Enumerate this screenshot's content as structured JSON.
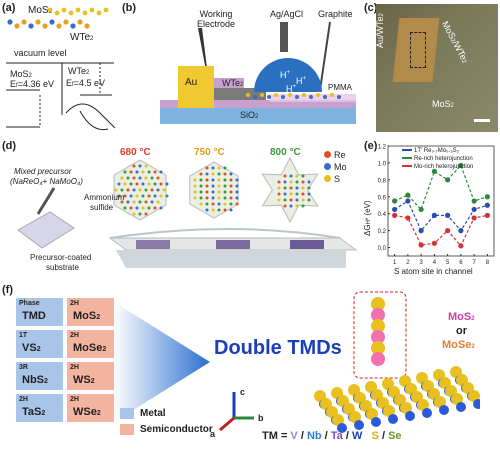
{
  "panels": {
    "a": {
      "label": "(a)",
      "mos2_title": "MoS",
      "mos2_title_sub": "2",
      "wte2_title": "WTe",
      "wte2_title_sub": "2",
      "vacuum_level": "vacuum level",
      "mos2_band": "MoS",
      "mos2_band_sub": "2",
      "mos2_ef": "E",
      "mos2_ef_sub": "f",
      "mos2_ef_val": "=4.36 eV",
      "wte2_band": "WTe",
      "wte2_band_sub": "2",
      "wte2_ef": "E",
      "wte2_ef_sub": "f",
      "wte2_ef_val": "=4.5 eV"
    },
    "b": {
      "label": "(b)",
      "working_electrode": "Working Electrode",
      "ag_agcl": "Ag/AgCl",
      "graphite": "Graphite",
      "au": "Au",
      "wte2": "WTe",
      "wte2_sub": "2",
      "pmma": "PMMA",
      "sio2": "SiO",
      "sio2_sub": "2",
      "h_plus": "H",
      "h_plus_sup": "+"
    },
    "c": {
      "label": "(c)",
      "au_wte2": "Au/WTe",
      "au_wte2_sub": "2",
      "mos2_wte2": "MoS",
      "mos2_wte2_mid": "2",
      "mos2_wte2_tail": "/WTe",
      "mos2_wte2_sub": "2",
      "mos2": "MoS",
      "mos2_sub": "2"
    },
    "d": {
      "label": "(d)",
      "temps": [
        "680 °C",
        "750 °C",
        "800 °C"
      ],
      "temp_colors": [
        "#e0402a",
        "#d8a020",
        "#3a9a3a"
      ],
      "legend": [
        {
          "name": "Re",
          "color": "#e05020"
        },
        {
          "name": "Mo",
          "color": "#3a6cc8"
        },
        {
          "name": "S",
          "color": "#e8c020"
        }
      ],
      "mixed_precursor_1": "Mixed precursor",
      "mixed_precursor_2": "(NaReO₄+ NaMoO₄)",
      "ammonium_1": "Ammonium",
      "ammonium_2": "sulfide",
      "substrate_1": "Precursor-coated",
      "substrate_2": "substrate"
    },
    "e": {
      "label": "(e)",
      "legend": [
        {
          "name": "1T' Re₀.₇Mo₀.₃S₂",
          "color": "#2a4ea8"
        },
        {
          "name": "Re-rich heterojunction",
          "color": "#2a8a3a"
        },
        {
          "name": "Mo-rich heterojunction",
          "color": "#d83030"
        }
      ],
      "ylabel": "ΔG",
      "ylabel_sub": "H*",
      "ylabel_unit": " (eV)",
      "xlabel": "S  atom site in channel"
    },
    "f": {
      "label": "(f)",
      "grid": [
        {
          "phase": "Phase",
          "left": "TMD",
          "right_phase": "2H",
          "right": "MoS",
          "right_sub": "2",
          "left_sub": "",
          "lc": "#a8c4e6",
          "rc": "#f3b5a0"
        },
        {
          "phase": "1T",
          "left": "VS",
          "left_sub": "2",
          "right_phase": "2H",
          "right": "MoSe",
          "right_sub": "2",
          "lc": "#a8c4e6",
          "rc": "#f3b5a0"
        },
        {
          "phase": "3R",
          "left": "NbS",
          "left_sub": "2",
          "right_phase": "2H",
          "right": "WS",
          "right_sub": "2",
          "lc": "#a8c4e6",
          "rc": "#f3b5a0"
        },
        {
          "phase": "2H",
          "left": "TaS",
          "left_sub": "2",
          "right_phase": "2H",
          "right": "WSe",
          "right_sub": "2",
          "lc": "#a8c4e6",
          "rc": "#f3b5a0"
        }
      ],
      "legend": [
        {
          "name": "Metal",
          "color": "#a8c4e6"
        },
        {
          "name": "Semiconductor",
          "color": "#f3b5a0"
        }
      ],
      "title": "Double TMDs",
      "title_color_1": "#1a3fb8",
      "title_color_2": "#1a3fb8",
      "mos2": "MoS",
      "mos2_sub": "2",
      "or": "or",
      "mose2": "MoSe",
      "mose2_sub": "2",
      "axis_c": "c",
      "axis_b": "b",
      "axis_a": "a",
      "tm_prefix": "TM = ",
      "tm_v": "V",
      "tm_nb": "Nb",
      "tm_ta": "Ta",
      "tm_w": "W",
      "tm_s": "S",
      "tm_se": "Se",
      "sep": " / "
    }
  },
  "chart_data": {
    "type": "line",
    "title": "",
    "xlabel": "S  atom site in channel",
    "ylabel": "ΔG_H* (eV)",
    "x": [
      1,
      2,
      3,
      4,
      5,
      6,
      7,
      8
    ],
    "xlim": [
      0.5,
      8.5
    ],
    "ylim": [
      -0.1,
      1.2
    ],
    "yticks": [
      0.0,
      0.2,
      0.4,
      0.6,
      0.8,
      1.0,
      1.2
    ],
    "series": [
      {
        "name": "1T' Re0.7Mo0.3S2",
        "color": "#2a4ea8",
        "values": [
          0.45,
          0.55,
          0.2,
          0.38,
          0.38,
          0.2,
          0.45,
          0.5
        ]
      },
      {
        "name": "Re-rich heterojunction",
        "color": "#2a8a3a",
        "values": [
          0.55,
          0.62,
          0.45,
          0.9,
          0.8,
          0.97,
          0.55,
          0.6
        ]
      },
      {
        "name": "Mo-rich heterojunction",
        "color": "#d83030",
        "values": [
          0.38,
          0.35,
          0.03,
          0.05,
          0.2,
          0.02,
          0.35,
          0.38
        ]
      }
    ],
    "legend_position": "top-left"
  }
}
